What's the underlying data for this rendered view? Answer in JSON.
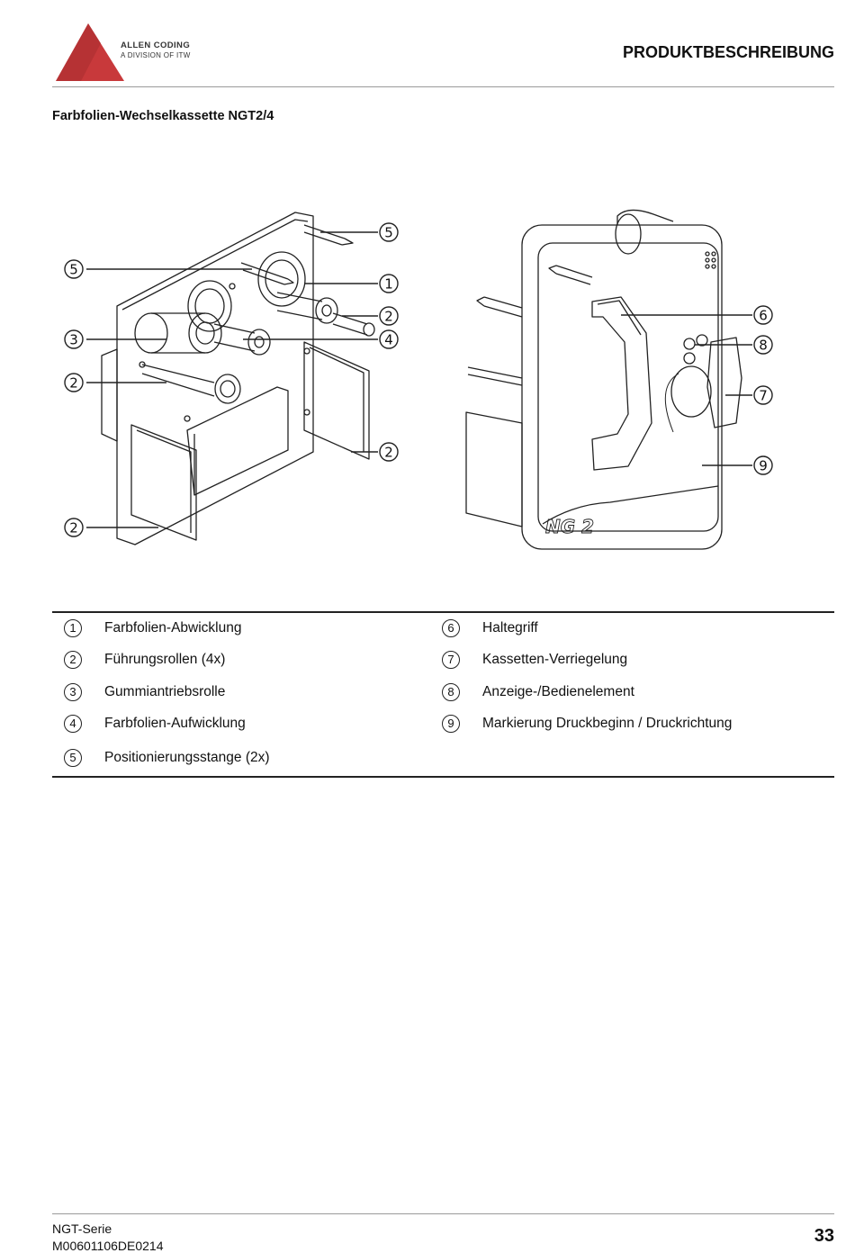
{
  "brand": {
    "name": "ALLEN CODING",
    "tagline": "A DIVISION OF ITW",
    "color": "#c8393b"
  },
  "header": {
    "title": "PRODUKTBESCHREIBUNG"
  },
  "section": {
    "title": "Farbfolien-Wechselkassette NGT2/4"
  },
  "figure": {
    "left_callouts": [
      "5",
      "1",
      "2",
      "3",
      "4",
      "2",
      "2",
      "2"
    ],
    "right_callouts": [
      "6",
      "8",
      "7",
      "9"
    ],
    "front_label": "NG 2"
  },
  "legend": {
    "items": [
      {
        "num": "1",
        "text": "Farbfolien-Abwicklung"
      },
      {
        "num": "2",
        "text": "Führungsrollen (4x)"
      },
      {
        "num": "3",
        "text": "Gummiantriebsrolle"
      },
      {
        "num": "4",
        "text": "Farbfolien-Aufwicklung"
      },
      {
        "num": "5",
        "text": "Positionierungsstange (2x)"
      },
      {
        "num": "6",
        "text": "Haltegriff"
      },
      {
        "num": "7",
        "text": "Kassetten-Verriegelung"
      },
      {
        "num": "8",
        "text": "Anzeige-/Bedienelement"
      },
      {
        "num": "9",
        "text": "Markierung Druckbeginn / Druckrichtung"
      }
    ]
  },
  "footer": {
    "series": "NGT-Serie",
    "doc_number": "M00601106DE0214",
    "page": "33"
  }
}
